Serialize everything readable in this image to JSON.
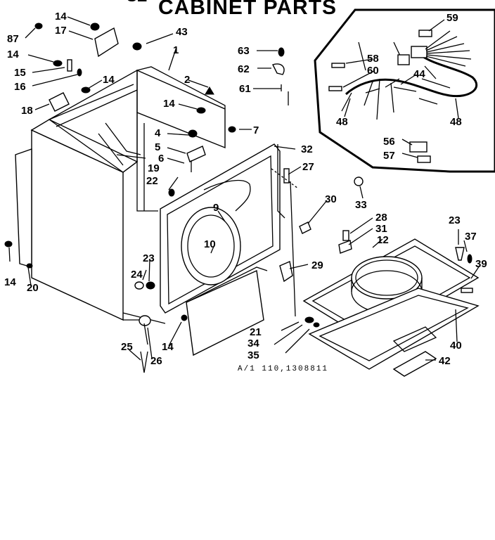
{
  "title": "CABINET PARTS",
  "title_cut_left": "SE",
  "footer_code": "A/1 110,1308811",
  "callouts": [
    {
      "id": "14a",
      "text": "14"
    },
    {
      "id": "87",
      "text": "87"
    },
    {
      "id": "17",
      "text": "17"
    },
    {
      "id": "14b",
      "text": "14"
    },
    {
      "id": "15",
      "text": "15"
    },
    {
      "id": "16",
      "text": "16"
    },
    {
      "id": "14c",
      "text": "14"
    },
    {
      "id": "18",
      "text": "18"
    },
    {
      "id": "43",
      "text": "43"
    },
    {
      "id": "1",
      "text": "1"
    },
    {
      "id": "2",
      "text": "2"
    },
    {
      "id": "14d",
      "text": "14"
    },
    {
      "id": "63",
      "text": "63"
    },
    {
      "id": "62",
      "text": "62"
    },
    {
      "id": "61",
      "text": "61"
    },
    {
      "id": "59",
      "text": "59"
    },
    {
      "id": "58",
      "text": "58"
    },
    {
      "id": "60",
      "text": "60"
    },
    {
      "id": "44",
      "text": "44"
    },
    {
      "id": "48a",
      "text": "48"
    },
    {
      "id": "48b",
      "text": "48"
    },
    {
      "id": "56",
      "text": "56"
    },
    {
      "id": "57",
      "text": "57"
    },
    {
      "id": "4",
      "text": "4"
    },
    {
      "id": "5",
      "text": "5"
    },
    {
      "id": "6",
      "text": "6"
    },
    {
      "id": "7",
      "text": "7"
    },
    {
      "id": "19",
      "text": "19"
    },
    {
      "id": "22",
      "text": "22"
    },
    {
      "id": "32",
      "text": "32"
    },
    {
      "id": "27",
      "text": "27"
    },
    {
      "id": "9",
      "text": "9"
    },
    {
      "id": "10",
      "text": "10"
    },
    {
      "id": "30",
      "text": "30"
    },
    {
      "id": "33",
      "text": "33"
    },
    {
      "id": "28",
      "text": "28"
    },
    {
      "id": "31",
      "text": "31"
    },
    {
      "id": "12",
      "text": "12"
    },
    {
      "id": "23a",
      "text": "23"
    },
    {
      "id": "37",
      "text": "37"
    },
    {
      "id": "39",
      "text": "39"
    },
    {
      "id": "23b",
      "text": "23"
    },
    {
      "id": "24",
      "text": "24"
    },
    {
      "id": "29",
      "text": "29"
    },
    {
      "id": "14e",
      "text": "14"
    },
    {
      "id": "20",
      "text": "20"
    },
    {
      "id": "21",
      "text": "21"
    },
    {
      "id": "34",
      "text": "34"
    },
    {
      "id": "35",
      "text": "35"
    },
    {
      "id": "14f",
      "text": "14"
    },
    {
      "id": "26",
      "text": "26"
    },
    {
      "id": "25",
      "text": "25"
    },
    {
      "id": "40",
      "text": "40"
    },
    {
      "id": "42",
      "text": "42"
    }
  ]
}
